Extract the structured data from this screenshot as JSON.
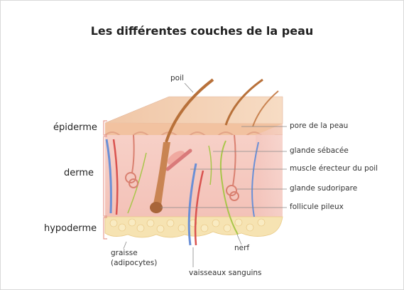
{
  "title": "Les différentes couches de la peau",
  "layers": {
    "epiderme": "épiderme",
    "derme": "derme",
    "hypoderme": "hypoderme"
  },
  "callouts": {
    "poil": "poil",
    "pore": "pore de la peau",
    "glande_sebacee": "glande sébacée",
    "muscle": "muscle érecteur du poil",
    "glande_sudoripare": "glande sudoripare",
    "follicule": "follicule pileux",
    "nerf": "nerf",
    "graisse_line1": "graisse",
    "graisse_line2": "(adipocytes)",
    "vaisseaux": "vaisseaux sanguins"
  },
  "colors": {
    "epidermis": "#f3c9a6",
    "dermis": "#f7d9d3",
    "hypodermis": "#f6e6b8",
    "hair": "#b8713a",
    "artery": "#d9534f",
    "vein": "#6a8fd6",
    "nerve": "#a8c64a",
    "bracket": "#e79a8f"
  }
}
